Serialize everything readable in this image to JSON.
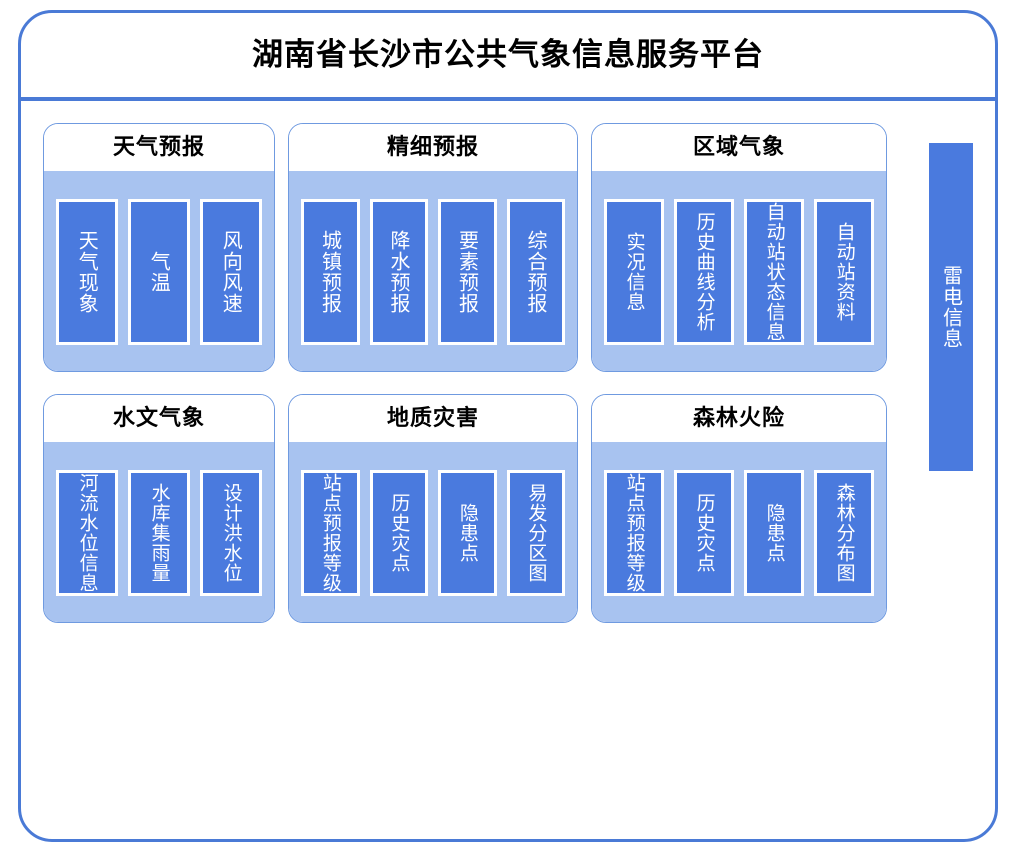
{
  "header": {
    "title": "湖南省长沙市公共气象信息服务平台"
  },
  "colors": {
    "frame_border": "#4a7ad6",
    "panel_border": "#6f9ae0",
    "panel_body": "#a8c3f0",
    "card_fill": "#4a7ade",
    "card_border": "#ffffff",
    "title_text": "#000000",
    "card_text": "#ffffff"
  },
  "side_module": {
    "label": "雷电信息"
  },
  "panels": [
    {
      "title": "天气预报",
      "items": [
        {
          "label": "天气现象"
        },
        {
          "label": "气温"
        },
        {
          "label": "风向风速"
        }
      ]
    },
    {
      "title": "精细预报",
      "items": [
        {
          "label": "城镇预报"
        },
        {
          "label": "降水预报"
        },
        {
          "label": "要素预报"
        },
        {
          "label": "综合预报"
        }
      ]
    },
    {
      "title": "区域气象",
      "items": [
        {
          "label": "实况信息"
        },
        {
          "label": "历史曲线分析"
        },
        {
          "label": "自动站状态信息"
        },
        {
          "label": "自动站资料"
        }
      ]
    },
    {
      "title": "水文气象",
      "items": [
        {
          "label": "河流水位信息"
        },
        {
          "label": "水库集雨量"
        },
        {
          "label": "设计洪水位"
        }
      ]
    },
    {
      "title": "地质灾害",
      "items": [
        {
          "label": "站点预报等级"
        },
        {
          "label": "历史灾点"
        },
        {
          "label": "隐患点"
        },
        {
          "label": "易发分区图"
        }
      ]
    },
    {
      "title": "森林火险",
      "items": [
        {
          "label": "站点预报等级"
        },
        {
          "label": "历史灾点"
        },
        {
          "label": "隐患点"
        },
        {
          "label": "森林分布图"
        }
      ]
    }
  ]
}
